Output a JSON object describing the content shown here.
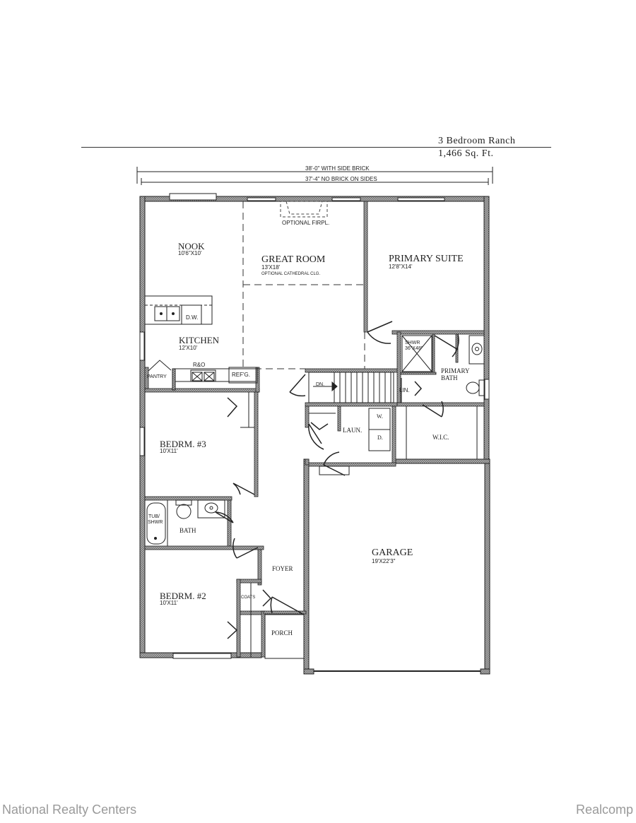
{
  "title_block": {
    "plan_name": "3 Bedroom Ranch",
    "square_feet": "1,466 Sq. Ft."
  },
  "dimensions": {
    "overall_with_brick": "38'-0\" WITH SIDE BRICK",
    "overall_no_brick": "37'-4\" NO BRICK ON SIDES"
  },
  "rooms": {
    "nook": {
      "name": "NOOK",
      "size": "10'6\"X10'"
    },
    "great_room": {
      "name": "GREAT ROOM",
      "size": "13'X18'",
      "note": "OPTIONAL CATHEDRAL CLG."
    },
    "fireplace": {
      "label": "OPTIONAL FIRPL."
    },
    "primary_suite": {
      "name": "PRIMARY SUITE",
      "size": "12'8\"X14'"
    },
    "kitchen": {
      "name": "KITCHEN",
      "size": "12'X10'"
    },
    "dishwasher": {
      "label": "D.W."
    },
    "range_oven": {
      "label": "R&O"
    },
    "refrigerator": {
      "label": "REF'G."
    },
    "pantry": {
      "label": "PANTRY"
    },
    "shower": {
      "label": "SHWR",
      "size": "36\"X48\""
    },
    "primary_bath": {
      "line1": "PRIMARY",
      "line2": "BATH"
    },
    "linen": {
      "label": "LIN."
    },
    "stairs": {
      "label": "DN."
    },
    "laundry": {
      "name": "LAUN.",
      "washer": "W.",
      "dryer": "D."
    },
    "wic": {
      "name": "W.I.C."
    },
    "bedroom3": {
      "name": "BEDRM.  #3",
      "size": "10'X11'"
    },
    "bath": {
      "name": "BATH",
      "tub_line1": "TUB/",
      "tub_line2": "SHWR"
    },
    "garage": {
      "name": "GARAGE",
      "size": "19'X22'3\""
    },
    "foyer": {
      "name": "FOYER"
    },
    "coats": {
      "label": "COATS"
    },
    "bedroom2": {
      "name": "BEDRM.  #2",
      "size": "10'X11'"
    },
    "porch": {
      "name": "PORCH"
    }
  },
  "footer": {
    "left": "National Realty Centers",
    "right": "Realcomp"
  },
  "colors": {
    "wall_fill": "#9a9a9a",
    "line": "#222222",
    "footer_text": "#9a9a9a"
  }
}
